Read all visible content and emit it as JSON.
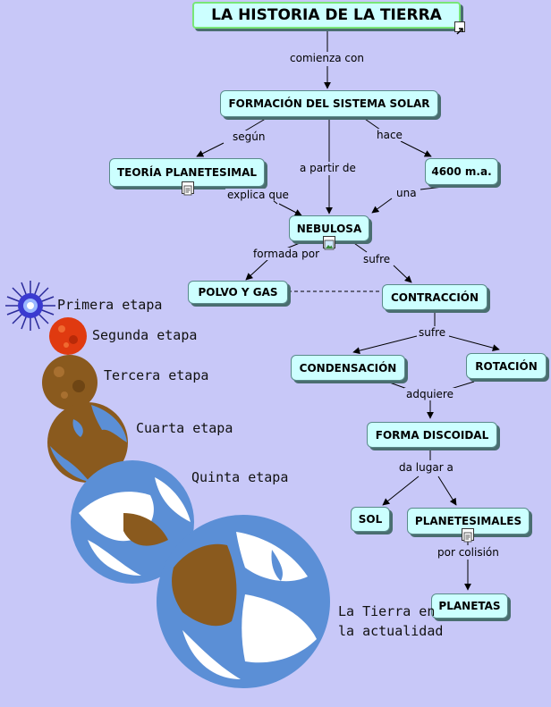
{
  "concepts": {
    "title": "LA HISTORIA DE LA TIERRA",
    "formacion": "FORMACIÓN DEL SISTEMA SOLAR",
    "teoria": "TEORÍA PLANETESIMAL",
    "anios": "4600 m.a.",
    "nebulosa": "NEBULOSA",
    "polvo": "POLVO Y GAS",
    "contraccion": "CONTRACCIÓN",
    "condensacion": "CONDENSACIÓN",
    "rotacion": "ROTACIÓN",
    "discoidal": "FORMA DISCOIDAL",
    "sol": "SOL",
    "planetesimales": "PLANETESIMALES",
    "planetas": "PLANETAS"
  },
  "links": {
    "comienza_con": "comienza con",
    "segun": "según",
    "a_partir_de": "a partir de",
    "hace": "hace",
    "explica_que": "explica que",
    "una": "una",
    "formada_por": "formada por",
    "sufre_1": "sufre",
    "sufre_2": "sufre",
    "adquiere": "adquiere",
    "da_lugar_a": "da lugar a",
    "por_colision": "por colisión"
  },
  "stages": {
    "primera": "Primera etapa",
    "segunda": "Segunda etapa",
    "tercera": "Tercera etapa",
    "cuarta": "Cuarta etapa",
    "quinta": "Quinta etapa",
    "actual_1": "La Tierra en",
    "actual_2": "la actualidad"
  },
  "icons": {
    "external_link": "external-link-icon",
    "document": "document-icon",
    "image": "image-icon"
  },
  "colors": {
    "background": "#c8c8f8",
    "node_fill": "#ccffff",
    "node_shadow": "#4a6e70",
    "title_border": "#78e678",
    "ocean": "#5b8fd6",
    "land": "#8a5a1e",
    "cloud": "#ffffff"
  }
}
